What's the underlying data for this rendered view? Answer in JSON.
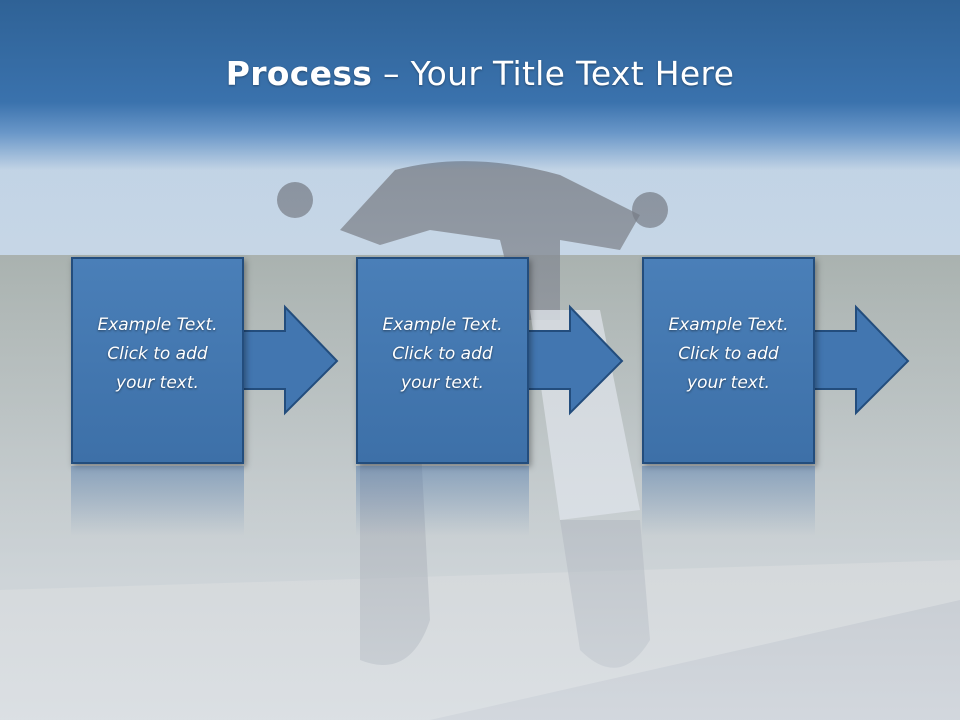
{
  "slide": {
    "title_bold": "Process",
    "title_rest": " – Your Title Text Here"
  },
  "steps": [
    {
      "text": "Example Text.\nClick  to add\nyour text."
    },
    {
      "text": "Example Text.\nClick  to add\nyour text."
    },
    {
      "text": "Example Text.\nClick  to add\nyour text."
    }
  ],
  "colors": {
    "title_band": "#3a72ad",
    "box_fill": "#4276b0",
    "box_border": "#234d7d",
    "text": "#ffffff"
  }
}
